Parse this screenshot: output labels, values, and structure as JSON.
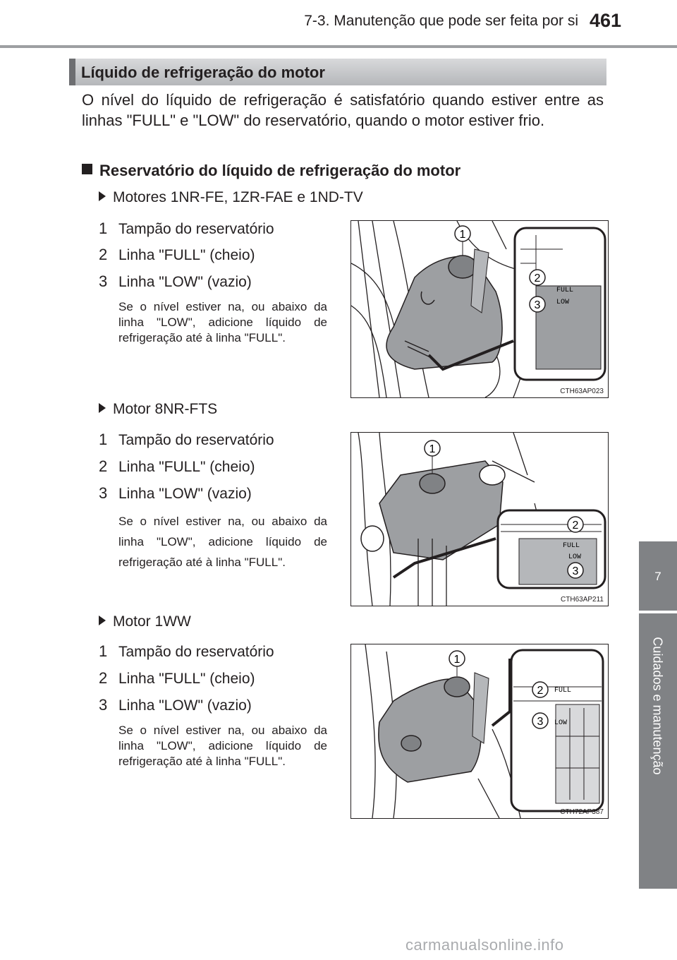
{
  "header": {
    "title": "7-3. Manutenção que pode ser feita por si",
    "page_number": "461"
  },
  "section": {
    "title": "Líquido de refrigeração do motor"
  },
  "intro": "O nível do líquido de refrigeração é satisfatório quando estiver entre as linhas \"FULL\" e \"LOW\" do reservatório, quando o motor estiver frio.",
  "subheading": "Reservatório do líquido de refrigeração do motor",
  "engines": [
    {
      "title": "Motores 1NR-FE, 1ZR-FAE e 1ND-TV",
      "items": [
        {
          "num": "1",
          "label": "Tampão do reservatório"
        },
        {
          "num": "2",
          "label": "Linha \"FULL\" (cheio)"
        },
        {
          "num": "3",
          "label": "Linha \"LOW\" (vazio)"
        }
      ],
      "note": "Se o nível estiver na, ou abaixo da linha \"LOW\", adicione líquido de refrigeração até à linha \"FULL\".",
      "figure": {
        "code": "CTH63AP023",
        "callouts": [
          "1",
          "2",
          "3"
        ],
        "full": "FULL",
        "low": "LOW"
      }
    },
    {
      "title": "Motor 8NR-FTS",
      "items": [
        {
          "num": "1",
          "label": "Tampão do reservatório"
        },
        {
          "num": "2",
          "label": "Linha \"FULL\" (cheio)"
        },
        {
          "num": "3",
          "label": "Linha \"LOW\" (vazio)"
        }
      ],
      "note": "Se o nível estiver na, ou abaixo da linha \"LOW\", adicione líquido de refrigeração até à linha \"FULL\".",
      "figure": {
        "code": "CTH63AP211",
        "callouts": [
          "1",
          "2",
          "3"
        ],
        "full": "FULL",
        "low": "LOW"
      }
    },
    {
      "title": "Motor 1WW",
      "items": [
        {
          "num": "1",
          "label": "Tampão do reservatório"
        },
        {
          "num": "2",
          "label": "Linha \"FULL\" (cheio)"
        },
        {
          "num": "3",
          "label": "Linha \"LOW\" (vazio)"
        }
      ],
      "note": "Se o nível estiver na, ou abaixo da linha \"LOW\", adicione líquido de refrigeração até à linha \"FULL\".",
      "figure": {
        "code": "CTH72AP387",
        "callouts": [
          "1",
          "2",
          "3"
        ],
        "full": "FULL",
        "low": "LOW"
      }
    }
  ],
  "side_tab": {
    "number": "7",
    "label": "Cuidados e manutenção"
  },
  "watermark": "carmanualsonline.info"
}
